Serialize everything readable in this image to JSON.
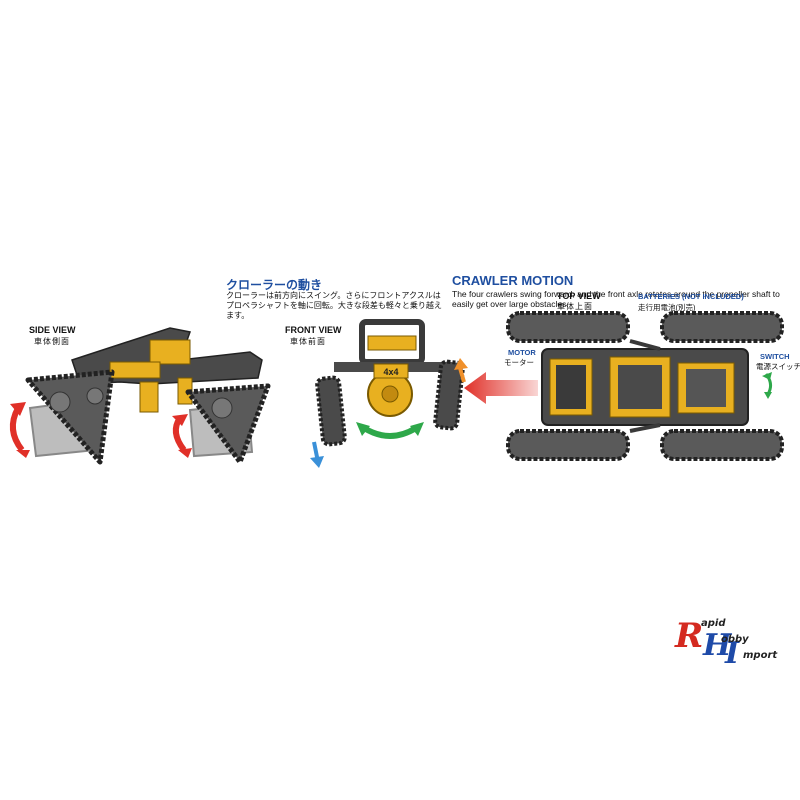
{
  "header": {
    "jp_title": "クローラーの動き",
    "jp_desc": "クローラーは前方向にスイング。さらにフロントアクスルはプロペラシャフトを軸に回転。大きな段差も軽々と乗り越えます。",
    "en_title": "CRAWLER MOTION",
    "en_desc": "The four crawlers swing forward, and the front axle rotates around the propeller shaft to easily get over large obstacles."
  },
  "side_view": {
    "label": "SIDE VIEW",
    "sub": "車体側面"
  },
  "front_view": {
    "label": "FRONT VIEW",
    "sub": "車体前面",
    "badge": "4x4"
  },
  "top_view": {
    "label": "TOP VIEW",
    "sub": "車体上面",
    "batteries_en": "BATTERIES (NOT INCLUDED)",
    "batteries_jp": "走行用電池(別売)",
    "motor_en": "MOTOR",
    "motor_jp": "モーター",
    "switch_en": "SWITCH",
    "switch_jp": "電源スイッチ"
  },
  "watermark": {
    "l1": "apid",
    "l2": "obby",
    "l3": "mport"
  },
  "colors": {
    "blue_heading": "#1f4fa0",
    "chassis_gray": "#4a4a4a",
    "gear_yellow": "#e8b020",
    "arrow_red": "#e03028",
    "arrow_green": "#2ea84a",
    "arrow_blue": "#3a90d8",
    "arrow_orange": "#f0902a"
  }
}
